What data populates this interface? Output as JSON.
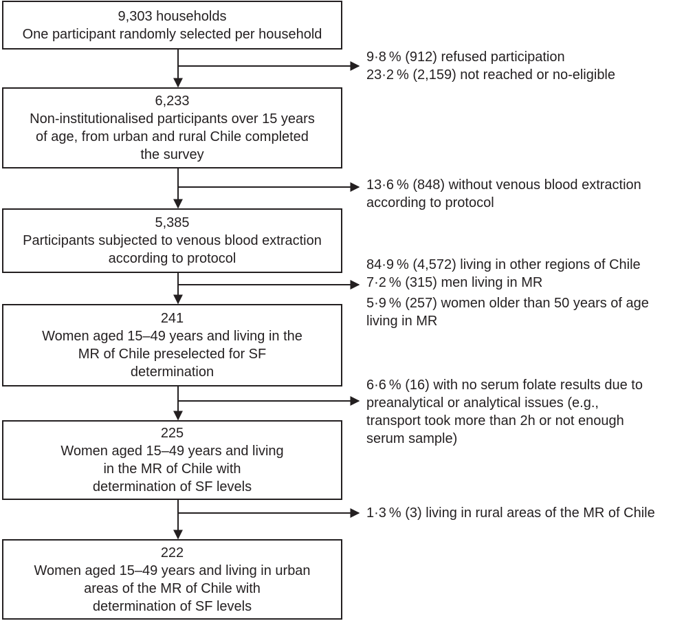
{
  "boxes": [
    {
      "count": "9,303 households",
      "lines": [
        "One participant randomly selected per household"
      ]
    },
    {
      "count": "6,233",
      "lines": [
        "Non-institutionalised participants over 15 years",
        "of age, from urban and rural Chile completed",
        "the survey"
      ]
    },
    {
      "count": "5,385",
      "lines": [
        "Participants subjected to venous blood extraction",
        "according to protocol"
      ]
    },
    {
      "count": "241",
      "lines": [
        "Women aged 15–49 years and living in the",
        "MR of Chile preselected for SF",
        "determination"
      ]
    },
    {
      "count": "225",
      "lines": [
        "Women aged 15–49 years and living",
        "in the MR of Chile with",
        "determination of SF levels"
      ]
    },
    {
      "count": "222",
      "lines": [
        "Women aged 15–49 years and living in urban",
        "areas of the MR of Chile with",
        "determination of SF levels"
      ]
    }
  ],
  "exclusions": [
    {
      "lines": [
        "9·8 % (912) refused participation",
        "23·2 % (2,159) not reached or no-eligible"
      ]
    },
    {
      "lines": [
        "13·6 % (848) without venous blood extraction",
        "according to protocol"
      ]
    },
    {
      "lines": [
        "84·9 % (4,572) living in other regions of Chile",
        "7·2 % (315) men living in MR",
        "5·9 % (257) women older than 50 years of age",
        "living in MR"
      ]
    },
    {
      "lines": [
        "6·6 % (16) with no serum folate results due to",
        "preanalytical or analytical issues (e.g.,",
        "transport took more than 2h or not enough",
        "serum sample)"
      ]
    },
    {
      "lines": [
        "1·3 % (3) living in rural areas of the MR of Chile"
      ]
    }
  ]
}
